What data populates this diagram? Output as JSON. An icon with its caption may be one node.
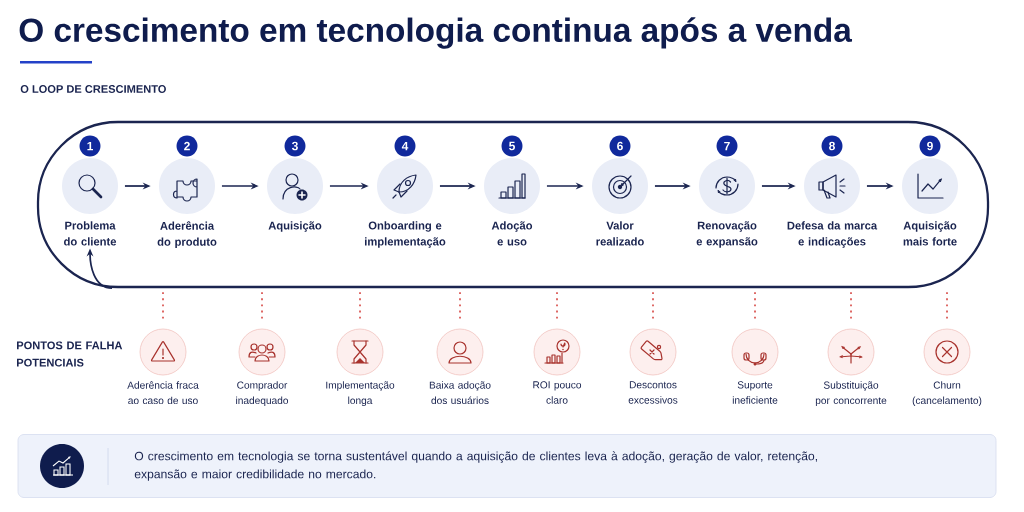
{
  "diagram": {
    "title": "O crescimento em tecnologia continua após a venda",
    "nodes": [
      {
        "text": [],
        "shape": "box"
      },
      {
        "text": [
          "1",
          "Problema do cliente"
        ],
        "in": 0
      },
      {
        "text": [
          "2",
          "Aderência do produto"
        ],
        "in": 0
      },
      {
        "text": [
          "3",
          "Aquisição"
        ],
        "in": 0
      },
      {
        "text": [
          "4",
          "Onboarding e implementação"
        ],
        "in": 0
      },
      {
        "text": [
          "5",
          "Adoção e uso"
        ],
        "in": 0
      },
      {
        "text": [
          "6",
          "Valor realizado"
        ],
        "in": 0
      },
      {
        "text": [
          "7",
          "Renovação e expansão"
        ],
        "in": 0
      },
      {
        "text": [
          "8",
          "Defesa da marca e indicações"
        ],
        "in": 0
      },
      {
        "text": [
          "9",
          "Aquisição mais forte"
        ],
        "in": 0
      },
      {
        "text": [
          "Aderência fraca ao caso de uso"
        ]
      },
      {
        "text": [
          "Comprador inadequado"
        ]
      },
      {
        "text": [
          "Implementação longa"
        ]
      },
      {
        "text": [
          "Baixa adoção dos usuários"
        ]
      },
      {
        "text": [
          "ROI pouco claro"
        ]
      },
      {
        "text": [
          "Descontos excessivos"
        ]
      },
      {
        "text": [
          "Suporte ineficiente"
        ]
      },
      {
        "text": [
          "Substituição por concorrente"
        ]
      },
      {
        "text": [
          "Churn (cancelamento)"
        ]
      },
      {
        "text": [
          "O crescimento em tecnologia se torna sustentável quando a aquisição de clientes leva à adoção, geração de valor, retenção, expansão e maior credibilidade no mercado."
        ]
      }
    ],
    "edges": [
      {
        "from": 1,
        "to": 2,
        "arrow": "to"
      },
      {
        "from": 2,
        "to": 3,
        "arrow": "to"
      },
      {
        "from": 3,
        "to": 4,
        "arrow": "to"
      },
      {
        "from": 4,
        "to": 5,
        "arrow": "to"
      },
      {
        "from": 5,
        "to": 6,
        "arrow": "to"
      },
      {
        "from": 6,
        "to": 7,
        "arrow": "to"
      },
      {
        "from": 7,
        "to": 8,
        "arrow": "to"
      },
      {
        "from": 8,
        "to": 9,
        "arrow": "to"
      },
      {
        "from": 0,
        "to": 1,
        "arrow": "to"
      },
      {
        "from": 0,
        "to": 10,
        "arrow": "none",
        "style": "dashed",
        "color": "#d9534f"
      },
      {
        "from": 0,
        "to": 11,
        "arrow": "none",
        "style": "dashed",
        "color": "#d9534f"
      },
      {
        "from": 0,
        "to": 12,
        "arrow": "none",
        "style": "dashed",
        "color": "#d9534f"
      },
      {
        "from": 0,
        "to": 13,
        "arrow": "none",
        "style": "dashed",
        "color": "#d9534f"
      },
      {
        "from": 0,
        "to": 14,
        "arrow": "none",
        "style": "dashed",
        "color": "#d9534f"
      },
      {
        "from": 0,
        "to": 15,
        "arrow": "none",
        "style": "dashed",
        "color": "#d9534f"
      },
      {
        "from": 0,
        "to": 16,
        "arrow": "none",
        "style": "dashed",
        "color": "#d9534f"
      },
      {
        "from": 0,
        "to": 17,
        "arrow": "none",
        "style": "dashed",
        "color": "#d9534f"
      },
      {
        "from": 0,
        "to": 18,
        "arrow": "none",
        "style": "dashed",
        "color": "#d9534f"
      }
    ],
    "labels": [
      "O LOOP DE CRESCIMENTO",
      "PONTOS DE FALHA POTENCIAIS"
    ]
  }
}
